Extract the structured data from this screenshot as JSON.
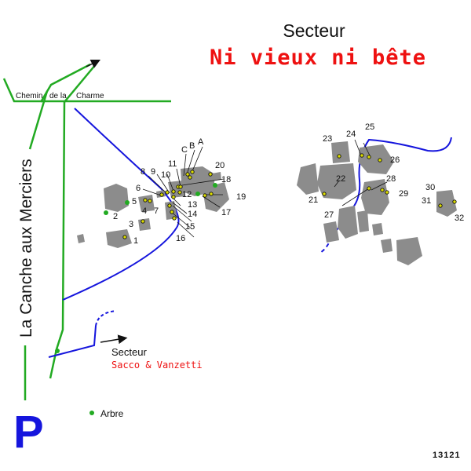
{
  "title": {
    "line1": "Secteur",
    "line2": "Ni vieux ni bête",
    "line2_color": "#ee1111"
  },
  "roads": {
    "vertical": "La Canche aux Merciers",
    "horizontal": [
      "Chemin",
      "de la",
      "Charme"
    ]
  },
  "sector_link": {
    "line1": "Secteur",
    "line2": "Sacco & Vanzetti",
    "line2_color": "#ee1111"
  },
  "legend": {
    "tree_label": "Arbre",
    "tree_color": "#22aa22"
  },
  "parking": {
    "symbol": "P",
    "color": "#1515dd"
  },
  "signature": "13121",
  "colors": {
    "road": "#22aa22",
    "trail": "#1515dd",
    "boulder": "#8c8c8c",
    "problem_marker": "#dddd00"
  },
  "problems": [
    "1",
    "2",
    "3",
    "4",
    "5",
    "6",
    "7",
    "8",
    "9",
    "10",
    "11",
    "12",
    "13",
    "14",
    "15",
    "16",
    "17",
    "18",
    "19",
    "20",
    "A",
    "B",
    "C",
    "21",
    "22",
    "23",
    "24",
    "25",
    "26",
    "27",
    "28",
    "29",
    "30",
    "31",
    "32"
  ]
}
